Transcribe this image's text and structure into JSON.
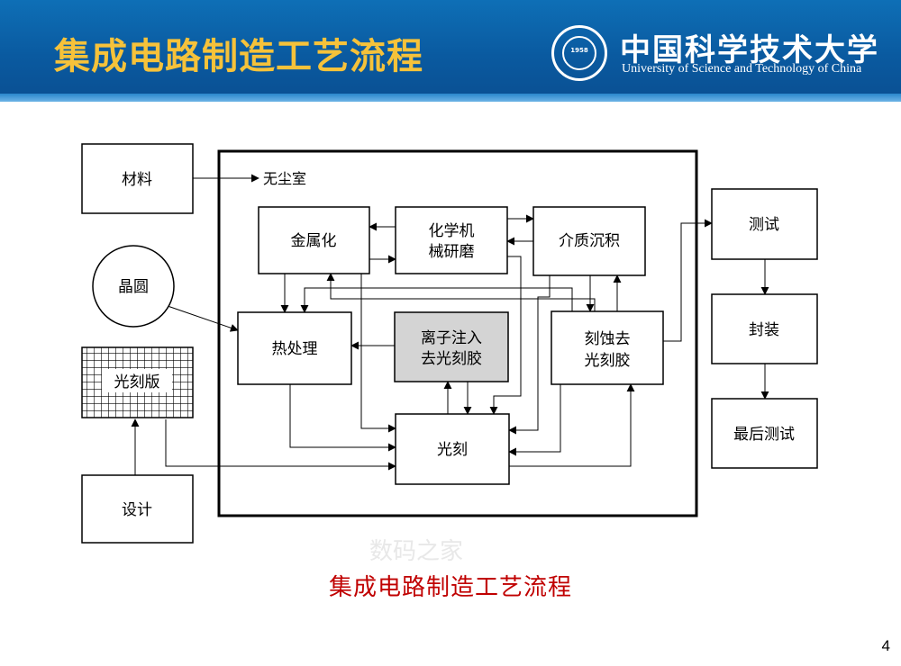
{
  "slide": {
    "title": "集成电路制造工艺流程",
    "caption": "集成电路制造工艺流程",
    "page_number": "4",
    "watermark": "数码之家",
    "title_color": "#f6c23a",
    "caption_color": "#c00000"
  },
  "logo": {
    "name_cn": "中国科学技术大学",
    "name_en": "University of Science and Technology of China",
    "seal_year": "1958"
  },
  "diagram": {
    "cleanroom_label": "无尘室",
    "nodes": {
      "materials": "材料",
      "wafer": "晶圆",
      "mask": "光刻版",
      "design": "设计",
      "metallization": "金属化",
      "cmp": [
        "化学机",
        "械研磨"
      ],
      "dielectric": "介质沉积",
      "annealing": "热处理",
      "implant": [
        "离子注入",
        "去光刻胶"
      ],
      "etch": [
        "刻蚀去",
        "光刻胶"
      ],
      "lithography": "光刻",
      "test": "测试",
      "packaging": "封装",
      "final_test": "最后测试"
    },
    "implant_fill": "#d4d4d4"
  }
}
